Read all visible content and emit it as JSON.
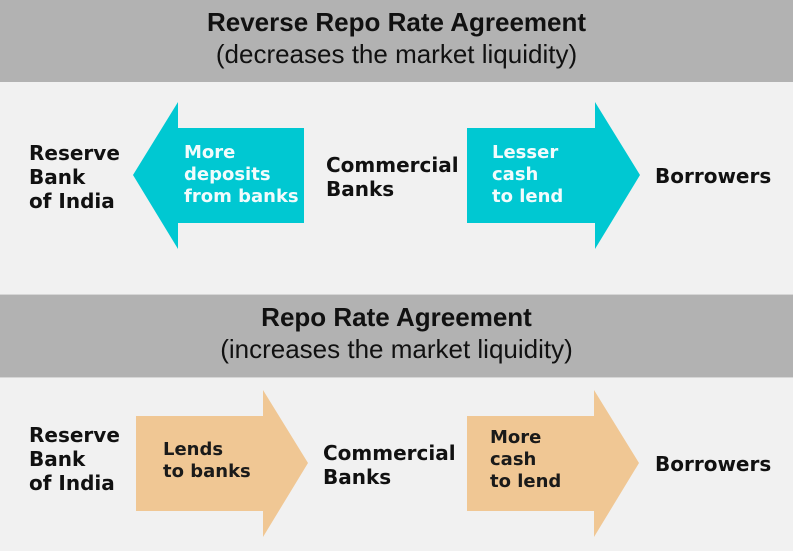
{
  "colors": {
    "band_bg": "#b2b2b2",
    "page_bg": "#f1f1f1",
    "reverse_arrow": "#00c8d2",
    "repo_arrow": "#f0c794"
  },
  "sections": [
    {
      "title": "Reverse Repo Rate Agreement",
      "subtitle": "(decreases the market liquidity)",
      "left_entity": "Reserve\nBank\nof India",
      "middle_entity": "Commercial\nBanks",
      "right_entity": "Borrowers",
      "arrow1": {
        "direction": "left",
        "label": "More\ndeposits\nfrom banks"
      },
      "arrow2": {
        "direction": "right",
        "label": "Lesser\ncash\nto lend"
      }
    },
    {
      "title": "Repo Rate Agreement",
      "subtitle": "(increases the market liquidity)",
      "left_entity": "Reserve\nBank\nof India",
      "middle_entity": "Commercial\nBanks",
      "right_entity": "Borrowers",
      "arrow1": {
        "direction": "right",
        "label": "Lends\nto banks"
      },
      "arrow2": {
        "direction": "right",
        "label": "More\ncash\nto lend"
      }
    }
  ]
}
